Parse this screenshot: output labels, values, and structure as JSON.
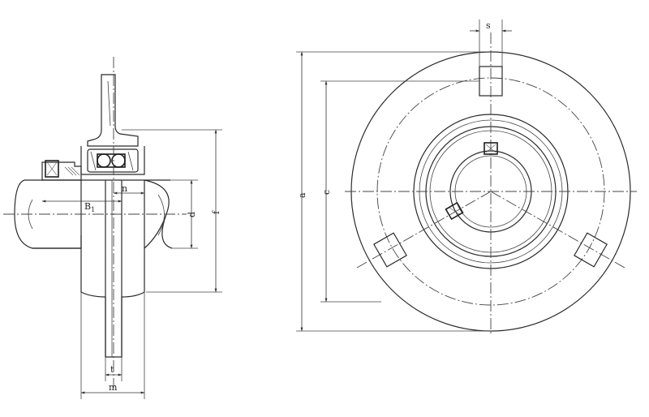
{
  "labels": {
    "B1": "B",
    "B1_sub": "1",
    "n": "n",
    "d": "d",
    "f": "f",
    "t": "t",
    "m": "m",
    "s": "s",
    "a": "a",
    "c": "c"
  }
}
